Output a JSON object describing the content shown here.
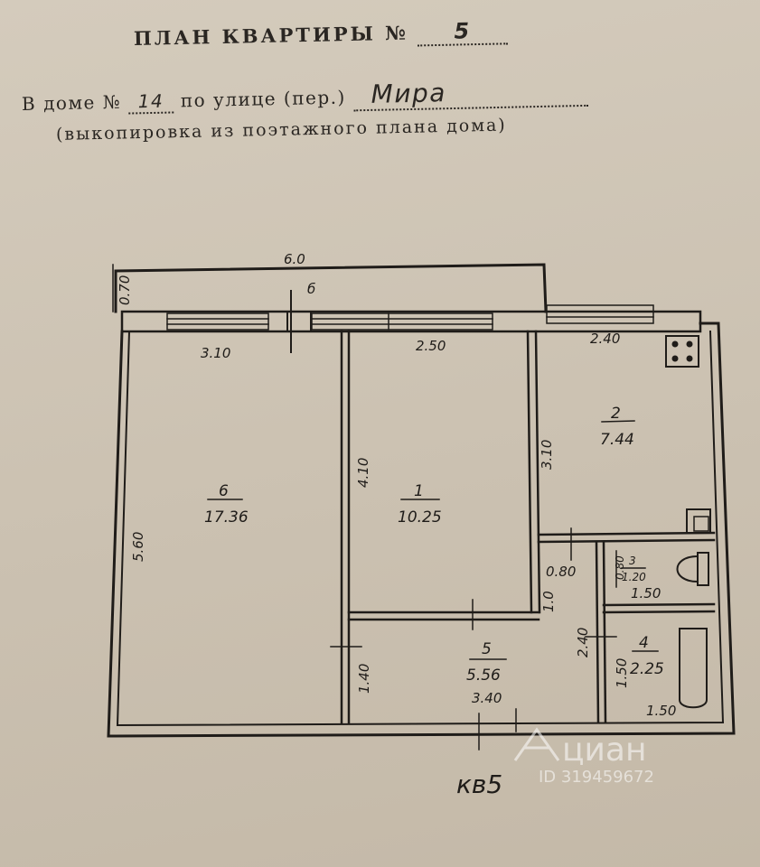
{
  "header": {
    "title": "ПЛАН КВАРТИРЫ №",
    "apartment_no": "5",
    "house_prefix": "В доме №",
    "house_no": "14",
    "street_prefix": "по улице (пер.)",
    "street": "Мира",
    "subtitle": "(выкопировка из поэтажного плана дома)"
  },
  "dimensions": {
    "balcony_width": "6.0",
    "balcony_depth": "0.70",
    "balcony_letter": "б",
    "room6_width": "3.10",
    "room1_width": "2.50",
    "room2_width": "2.40",
    "room6_height": "5.60",
    "room1_height": "4.10",
    "room2_height": "3.10",
    "hall_height": "1.40",
    "hall_width": "3.40",
    "closet_width": "0.80",
    "passage_height": "1.0",
    "wc_depth": "0.80",
    "corridor_height": "2.40",
    "bath_height": "1.50",
    "bath_width": "1.50"
  },
  "rooms": [
    {
      "num": "6",
      "area": "17.36"
    },
    {
      "num": "1",
      "area": "10.25"
    },
    {
      "num": "2",
      "area": "7.44"
    },
    {
      "num": "3",
      "area": "1.20"
    },
    {
      "num": "4",
      "area": "2.25"
    },
    {
      "num": "5",
      "area": "5.56"
    }
  ],
  "wc_width": "1.50",
  "stamp": "кв5",
  "watermark": {
    "brand": "циан",
    "id": "ID 319459672"
  }
}
